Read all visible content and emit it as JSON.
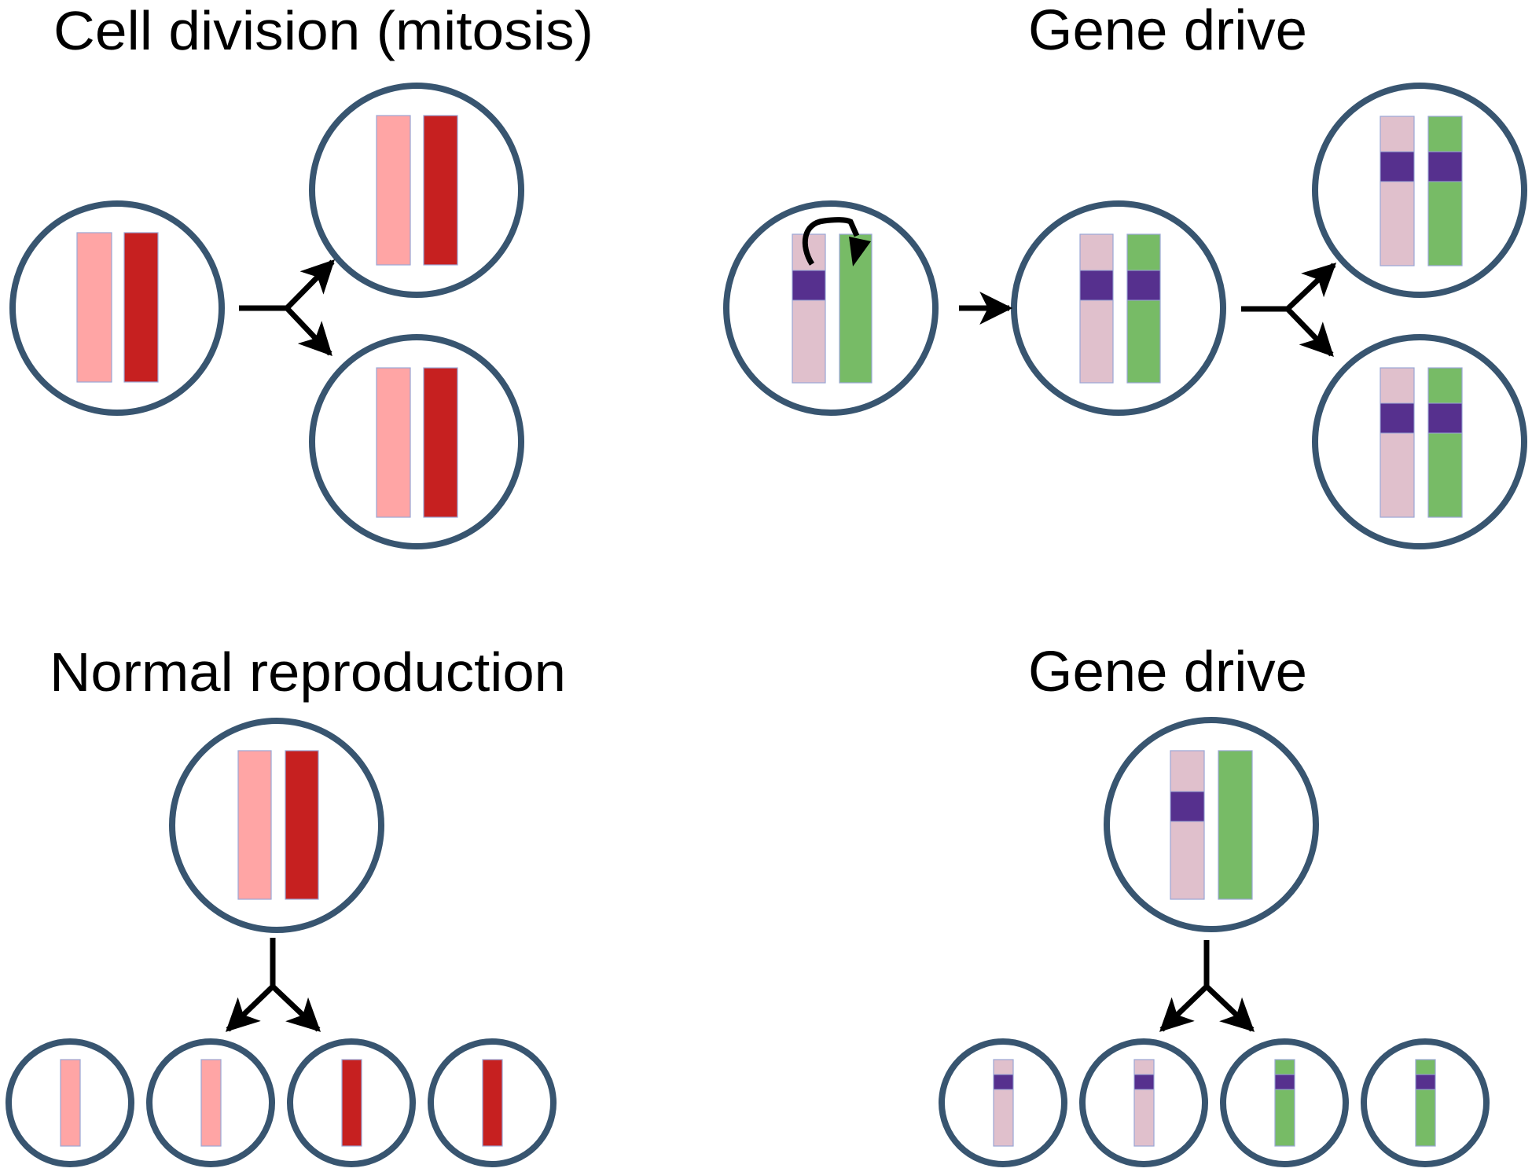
{
  "colors": {
    "cell_outline": "#385570",
    "arrow": "#000000",
    "chromosome_border": "#9AA6D6",
    "pink_allele": "#FFA5A5",
    "red_allele": "#C62020",
    "wildtype_pink": "#E0C0CC",
    "wildtype_green": "#77BB66",
    "gene_drive_cassette": "#56308E"
  },
  "panels": {
    "mitosis": {
      "title": "Cell division (mitosis)"
    },
    "gene_drive_top": {
      "title": "Gene drive"
    },
    "normal_reproduction": {
      "title": "Normal reproduction"
    },
    "gene_drive_bottom": {
      "title": "Gene drive"
    }
  },
  "stages": {
    "mitosis": [
      "parent cell",
      "daughter cell",
      "daughter cell"
    ],
    "gene_drive_top": [
      "cell with drive copying to homolog",
      "homozygous cell",
      "daughter cell",
      "daughter cell"
    ],
    "normal_reproduction": {
      "parent": [
        "pink",
        "red"
      ],
      "gametes": [
        "pink",
        "pink",
        "red",
        "red"
      ]
    },
    "gene_drive_bottom": {
      "parent": [
        "pink+drive",
        "green"
      ],
      "gametes": [
        "pink+drive",
        "pink+drive",
        "green+drive",
        "green+drive"
      ]
    }
  }
}
